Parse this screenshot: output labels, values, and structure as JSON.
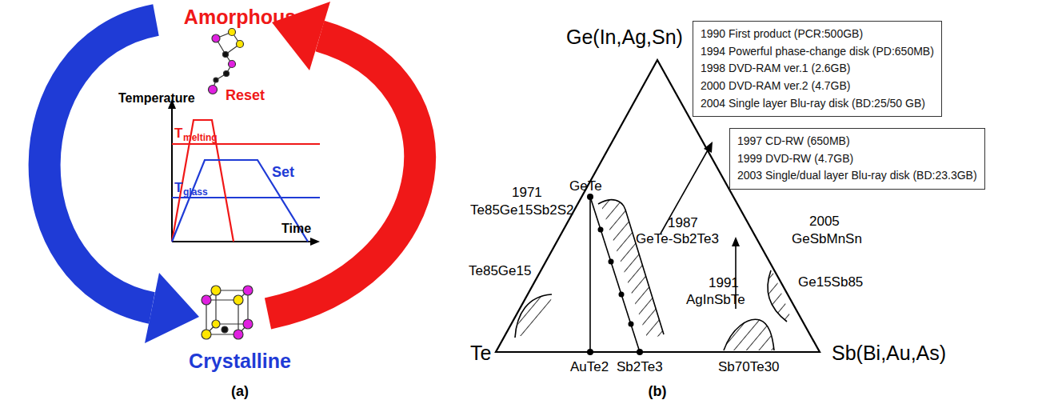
{
  "diagram": {
    "nodes": [
      {
        "text": [
          "1990 First product (PCR:500GB)",
          "1994 Powerful phase-change disk (PD:650MB)",
          "1998 DVD-RAM ver.1 (2.6GB)",
          "2000 DVD-RAM ver.2 (4.7GB)",
          "2004 Single layer Blu-ray disk (BD:25/50 GB)"
        ]
      },
      {
        "text": [
          "1997 CD-RW (650MB)",
          "1999 DVD-RW (4.7GB)",
          "2003 Single/dual layer Blu-ray disk (BD:23.3GB)"
        ]
      }
    ],
    "labels": [
      "Amorphous",
      "Temperature",
      "Reset",
      "T",
      "melting",
      "Set",
      "T",
      "glass",
      "Time",
      "Crystalline",
      "(a)",
      "Ge(In,Ag,Sn)",
      "GeTe",
      "1971",
      "Te85Ge15Sb2S2",
      "Te85Ge15",
      "Te",
      "AuTe2",
      "Sb2Te3",
      "1987",
      "GeTe-Sb2Te3",
      "1991",
      "AgInSbTe",
      "Sb70Te30",
      "2005",
      "GeSbMnSn",
      "Ge15Sb85",
      "Sb(Bi,Au,As)",
      "(b)"
    ]
  }
}
